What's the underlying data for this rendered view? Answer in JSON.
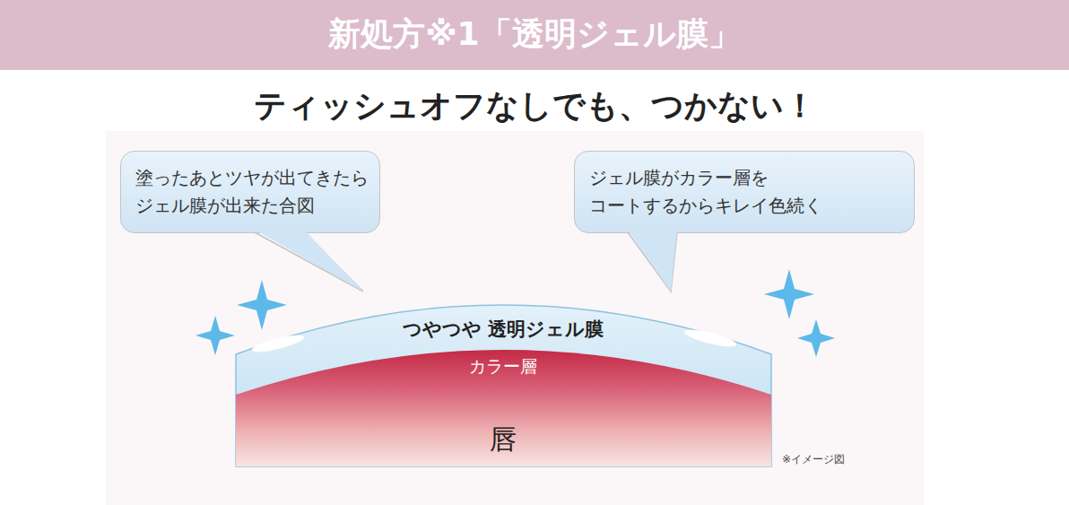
{
  "diagram": {
    "title": "新処方※1「透明ジェル膜」",
    "nodes": [
      {
        "text": [
          "塗ったあとツヤが出てきたら ジェル膜が出来た合図"
        ]
      },
      {
        "text": [
          "ジェル膜がカラー層を コートするからキレイ色続く"
        ]
      },
      {
        "text": [
          "つやつや 透明ジェル膜"
        ]
      },
      {
        "text": [
          "カラー層"
        ]
      },
      {
        "text": [
          "唇"
        ]
      }
    ],
    "labels": [
      "ティッシュオフなしでも、つかない！",
      "※イメージ図"
    ]
  }
}
